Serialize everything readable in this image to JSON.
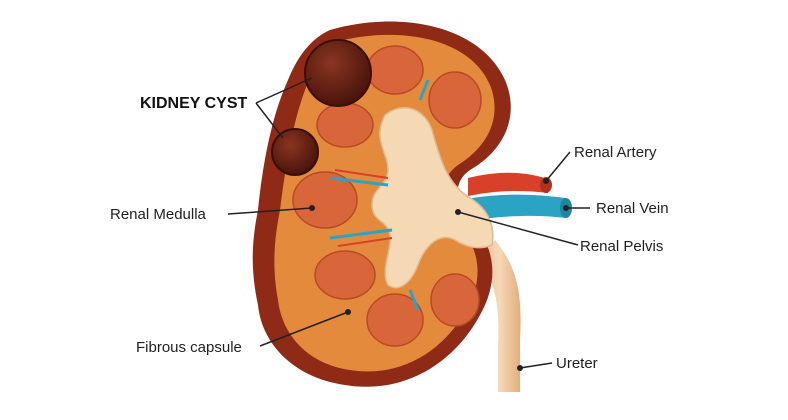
{
  "labels": {
    "kidney_cyst": "KIDNEY CYST",
    "renal_artery": "Renal Artery",
    "renal_vein": "Renal Vein",
    "renal_pelvis": "Renal Pelvis",
    "renal_medulla": "Renal Medulla",
    "fibrous_capsule": "Fibrous capsule",
    "ureter": "Ureter"
  },
  "colors": {
    "outer_capsule": "#8f2a17",
    "cortex": "#e48a3c",
    "pyramid": "#d9663a",
    "pelvis": "#f5d9b5",
    "cyst": "#5a1a10",
    "artery": "#d8402a",
    "vein": "#2aa3c4",
    "ureter": "#e9b98a"
  }
}
